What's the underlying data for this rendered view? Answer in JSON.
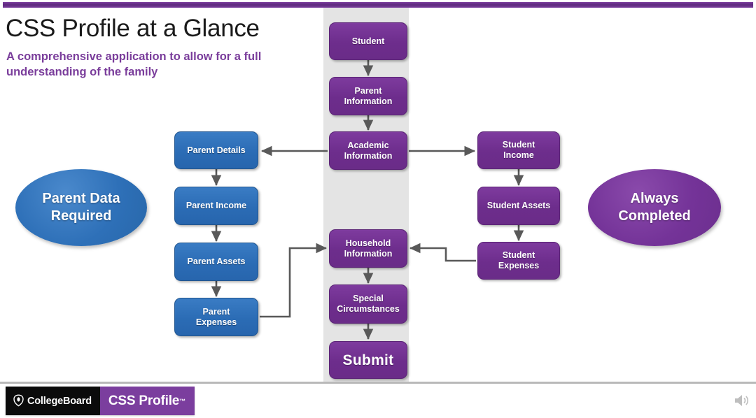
{
  "slide": {
    "title": "CSS Profile at a Glance",
    "subtitle": "A comprehensive application to allow for a full understanding of the family",
    "accent_purple": "#6d2d8c",
    "accent_blue": "#2b6cb5",
    "band_gray": "#e4e4e4",
    "connector_gray": "#595959"
  },
  "diagram": {
    "type": "flowchart",
    "nodes": [
      {
        "id": "student",
        "label": "Student",
        "color": "purple",
        "column": "center"
      },
      {
        "id": "parent-information",
        "label": "Parent Information",
        "color": "purple",
        "column": "center"
      },
      {
        "id": "academic-information",
        "label": "Academic Information",
        "color": "purple",
        "column": "center"
      },
      {
        "id": "parent-details",
        "label": "Parent Details",
        "color": "blue",
        "column": "left"
      },
      {
        "id": "parent-income",
        "label": "Parent Income",
        "color": "blue",
        "column": "left"
      },
      {
        "id": "parent-assets",
        "label": "Parent Assets",
        "color": "blue",
        "column": "left"
      },
      {
        "id": "parent-expenses",
        "label": "Parent Expenses",
        "color": "blue",
        "column": "left"
      },
      {
        "id": "student-income",
        "label": "Student Income",
        "color": "purple",
        "column": "right"
      },
      {
        "id": "student-assets",
        "label": "Student Assets",
        "color": "purple",
        "column": "right"
      },
      {
        "id": "student-expenses",
        "label": "Student Expenses",
        "color": "purple",
        "column": "right"
      },
      {
        "id": "household-information",
        "label": "Household Information",
        "color": "purple",
        "column": "center"
      },
      {
        "id": "special-circumstances",
        "label": "Special Circumstances",
        "color": "purple",
        "column": "center"
      },
      {
        "id": "submit",
        "label": "Submit",
        "color": "purple",
        "column": "center"
      }
    ],
    "edges": [
      {
        "from": "student",
        "to": "parent-information"
      },
      {
        "from": "parent-information",
        "to": "academic-information"
      },
      {
        "from": "academic-information",
        "to": "parent-details"
      },
      {
        "from": "academic-information",
        "to": "student-income"
      },
      {
        "from": "parent-details",
        "to": "parent-income"
      },
      {
        "from": "parent-income",
        "to": "parent-assets"
      },
      {
        "from": "parent-assets",
        "to": "parent-expenses"
      },
      {
        "from": "student-income",
        "to": "student-assets"
      },
      {
        "from": "student-assets",
        "to": "student-expenses"
      },
      {
        "from": "parent-expenses",
        "to": "household-information"
      },
      {
        "from": "student-expenses",
        "to": "household-information"
      },
      {
        "from": "household-information",
        "to": "special-circumstances"
      },
      {
        "from": "special-circumstances",
        "to": "submit"
      }
    ],
    "legend": [
      {
        "id": "parent-data-required",
        "label": "Parent Data Required",
        "color": "blue"
      },
      {
        "id": "always-completed",
        "label": "Always Completed",
        "color": "purple"
      }
    ]
  },
  "node_labels": {
    "student_line1": "Student",
    "parent_information_line1": "Parent",
    "parent_information_line2": "Information",
    "academic_information_line1": "Academic",
    "academic_information_line2": "Information",
    "parent_details": "Parent Details",
    "parent_income": "Parent Income",
    "parent_assets": "Parent Assets",
    "parent_expenses_line1": "Parent",
    "parent_expenses_line2": "Expenses",
    "student_income_line1": "Student",
    "student_income_line2": "Income",
    "student_assets": "Student Assets",
    "student_expenses_line1": "Student",
    "student_expenses_line2": "Expenses",
    "household_information_line1": "Household",
    "household_information_line2": "Information",
    "special_circumstances_line1": "Special",
    "special_circumstances_line2": "Circumstances",
    "submit": "Submit"
  },
  "legend_labels": {
    "parent_data_line1": "Parent Data",
    "parent_data_line2": "Required",
    "always_line1": "Always",
    "always_line2": "Completed"
  },
  "footer": {
    "collegeboard": "CollegeBoard",
    "css_profile": "CSS Profile",
    "trademark": "™",
    "speaker_icon": "speaker-icon",
    "acorn_icon": "acorn-icon"
  }
}
